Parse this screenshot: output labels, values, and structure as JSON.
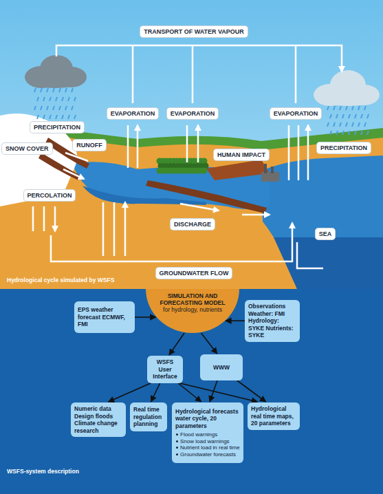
{
  "diagram": {
    "nodes": [
      {
        "text": [
          "TRANSPORT OF WATER VAPOUR"
        ]
      },
      {
        "text": [
          "EVAPORATION"
        ]
      },
      {
        "text": [
          "EVAPORATION"
        ]
      },
      {
        "text": [
          "EVAPORATION"
        ]
      },
      {
        "text": [
          "PRECIPITATION"
        ]
      },
      {
        "text": [
          "RUNOFF"
        ]
      },
      {
        "text": [
          "SNOW COVER"
        ]
      },
      {
        "text": [
          "PRECIPITATION"
        ]
      },
      {
        "text": [
          "HUMAN IMPACT"
        ]
      },
      {
        "text": [
          "PERCOLATION"
        ]
      },
      {
        "text": [
          "DISCHARGE"
        ]
      },
      {
        "text": [
          "SEA"
        ]
      },
      {
        "text": [
          "GROUNDWATER FLOW"
        ]
      },
      {
        "text": [
          "SIMULATION AND FORECASTING MODEL",
          "for hydrology, nutrients"
        ]
      },
      {
        "text": [
          "EPS weather forecast ECMWF, FMI"
        ]
      },
      {
        "text": [
          "Observations",
          "Weather: FMI Hydrology: SYKE Nutrients: SYKE"
        ]
      },
      {
        "text": [
          "WSFS User Interface"
        ]
      },
      {
        "text": [
          "WWW"
        ]
      },
      {
        "text": [
          "Numeric data Design floods Climate change research"
        ]
      },
      {
        "text": [
          "Real time regulation planning"
        ]
      },
      {
        "text": [
          "Hydrological forecasts water cycle, 20 parameters",
          "Flood warnings",
          "Snow load warnings",
          "Nutrient load in real time",
          "Groundwater forecasts"
        ]
      },
      {
        "text": [
          "Hydrological real time maps, 20 parameters"
        ]
      }
    ],
    "edges": [
      {
        "from": 14,
        "to": 13,
        "arrow": "to"
      },
      {
        "from": 15,
        "to": 13,
        "arrow": "to"
      },
      {
        "from": 13,
        "to": 16,
        "arrow": "to"
      },
      {
        "from": 13,
        "to": 17,
        "arrow": "to"
      },
      {
        "from": 16,
        "to": 18,
        "arrow": "to"
      },
      {
        "from": 16,
        "to": 19,
        "arrow": "to"
      },
      {
        "from": 16,
        "to": 20,
        "arrow": "to"
      },
      {
        "from": 16,
        "to": 21,
        "arrow": "to"
      },
      {
        "from": 17,
        "to": 20,
        "arrow": "to"
      },
      {
        "from": 17,
        "to": 21,
        "arrow": "to"
      }
    ],
    "labels": [
      "Hydrological cycle simulated by WSFS",
      "WSFS-system description"
    ]
  }
}
